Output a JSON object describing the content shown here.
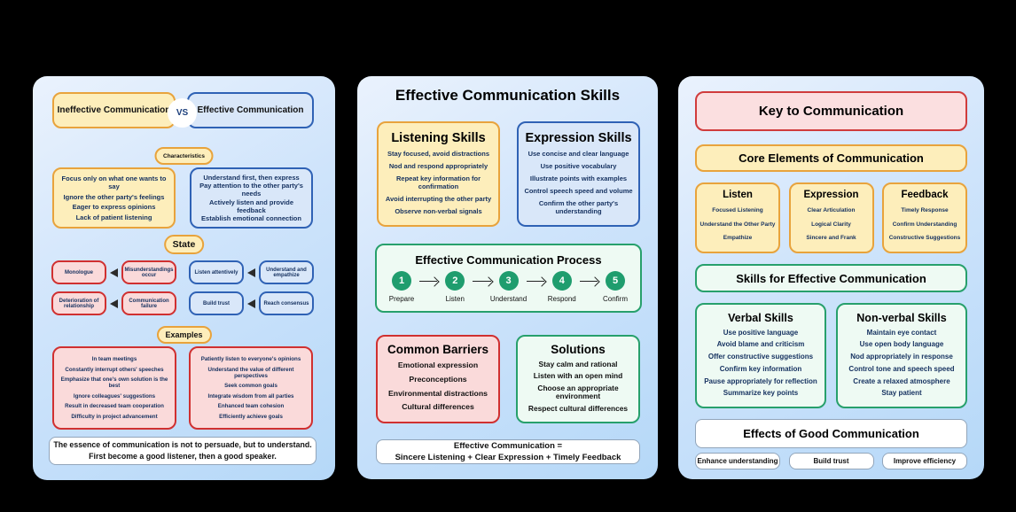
{
  "left_panel": {
    "header": {
      "ineffective": "Ineffective Communication",
      "vs": "VS",
      "effective": "Effective Communication"
    },
    "badge_characteristics": "Characteristics",
    "characteristics_ineffective": [
      "Focus only on what one wants to say",
      "Ignore the other party's feelings",
      "Eager to express opinions",
      "Lack of patient listening"
    ],
    "characteristics_effective": [
      "Understand first, then express",
      "Pay attention to the other party's needs",
      "Actively listen and provide feedback",
      "Establish emotional connection"
    ],
    "badge_state": "State",
    "state": {
      "r1c1": "Monologue",
      "r1c2": "Misunderstandings occur",
      "r1c3": "Listen attentively",
      "r1c4": "Understand and empathize",
      "r2c1": "Deterioration of relationship",
      "r2c2": "Communication failure",
      "r2c3": "Build trust",
      "r2c4": "Reach consensus"
    },
    "badge_examples": "Examples",
    "examples_ineffective": [
      "In team meetings",
      "Constantly interrupt others' speeches",
      "Emphasize that one's own solution is the best",
      "Ignore colleagues' suggestions",
      "Result in decreased team cooperation",
      "Difficulty in project advancement"
    ],
    "examples_effective": [
      "Patiently listen to everyone's opinions",
      "Understand the value of different perspectives",
      "Seek common goals",
      "Integrate wisdom from all parties",
      "Enhanced team cohesion",
      "Efficiently achieve goals"
    ],
    "quote_line1": "The essence of communication is not to persuade, but to understand.",
    "quote_line2": "First become a good listener, then a good speaker."
  },
  "middle_panel": {
    "title": "Effective Communication Skills",
    "listening": {
      "title": "Listening Skills",
      "items": [
        "Stay focused, avoid distractions",
        "Nod and respond appropriately",
        "Repeat key information for confirmation",
        "Avoid interrupting the other party",
        "Observe non-verbal signals"
      ]
    },
    "expression": {
      "title": "Expression Skills",
      "items": [
        "Use concise and clear language",
        "Use positive vocabulary",
        "Illustrate points with examples",
        "Control speech speed and volume",
        "Confirm the other party's understanding"
      ]
    },
    "process": {
      "title": "Effective Communication Process",
      "steps": [
        {
          "num": "1",
          "label": "Prepare"
        },
        {
          "num": "2",
          "label": "Listen"
        },
        {
          "num": "3",
          "label": "Understand"
        },
        {
          "num": "4",
          "label": "Respond"
        },
        {
          "num": "5",
          "label": "Confirm"
        }
      ]
    },
    "barriers": {
      "title": "Common Barriers",
      "items": [
        "Emotional expression",
        "Preconceptions",
        "Environmental distractions",
        "Cultural differences"
      ]
    },
    "solutions": {
      "title": "Solutions",
      "items": [
        "Stay calm and rational",
        "Listen with an open mind",
        "Choose an appropriate environment",
        "Respect cultural differences"
      ]
    },
    "formula_line1": "Effective Communication =",
    "formula_line2": "Sincere Listening + Clear Expression + Timely Feedback"
  },
  "right_panel": {
    "title": "Key to Communication",
    "core_header": "Core Elements of Communication",
    "elements": [
      {
        "title": "Listen",
        "items": [
          "Focused Listening",
          "Understand the Other Party",
          "Empathize"
        ]
      },
      {
        "title": "Expression",
        "items": [
          "Clear Articulation",
          "Logical Clarity",
          "Sincere and Frank"
        ]
      },
      {
        "title": "Feedback",
        "items": [
          "Timely Response",
          "Confirm Understanding",
          "Constructive Suggestions"
        ]
      }
    ],
    "skills_header": "Skills for Effective Communication",
    "verbal": {
      "title": "Verbal Skills",
      "items": [
        "Use positive language",
        "Avoid blame and criticism",
        "Offer constructive suggestions",
        "Confirm key information",
        "Pause appropriately for reflection",
        "Summarize key points"
      ]
    },
    "nonverbal": {
      "title": "Non-verbal Skills",
      "items": [
        "Maintain eye contact",
        "Use open body language",
        "Nod appropriately in response",
        "Control tone and speech speed",
        "Create a relaxed atmosphere",
        "Stay patient"
      ]
    },
    "effects_header": "Effects of Good Communication",
    "effects": [
      "Enhance understanding",
      "Build trust",
      "Improve efficiency"
    ]
  },
  "colors": {
    "background": "#000000",
    "panel_gradient_start": "#eaf2fd",
    "panel_gradient_end": "#b5d8f8",
    "yellow_fill": "#fdeebb",
    "yellow_border": "#e8a33c",
    "blue_fill": "#d9e7f9",
    "blue_border": "#2f62b5",
    "red_fill": "#fadada",
    "red_border": "#d03030",
    "green_fill": "#eefaf3",
    "green_border": "#27a06c",
    "pink_fill": "#fbdfe0",
    "white_box_border": "#92a5ba",
    "process_step_circle": "#1f9d6e"
  }
}
